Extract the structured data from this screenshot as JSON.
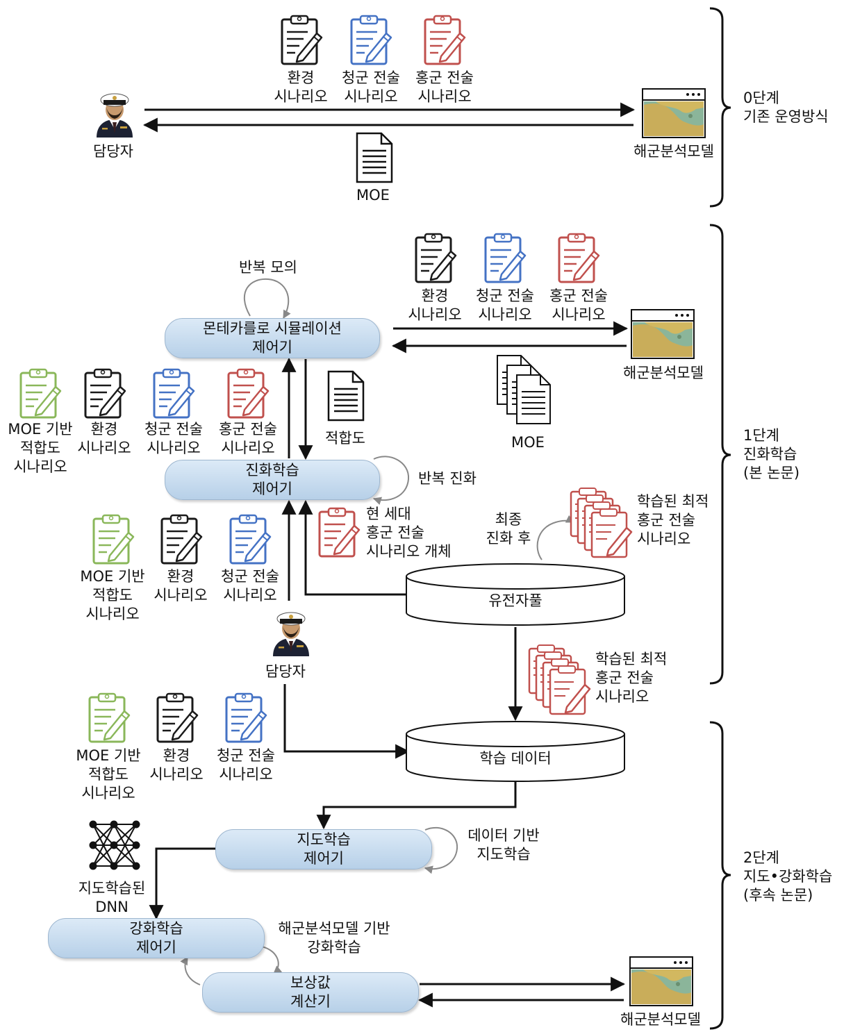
{
  "stages": {
    "stage0": [
      "0단계",
      "기존 운영방식"
    ],
    "stage1": [
      "1단계",
      "진화학습",
      "(본 논문)"
    ],
    "stage2": [
      "2단계",
      "지도•강화학습",
      "(후속 논문)"
    ]
  },
  "roles": {
    "operator": "담당자",
    "naval_model": "해군분석모델"
  },
  "docs": {
    "moe": "MOE",
    "fitness": "적합도"
  },
  "scenarios": {
    "env": [
      "환경",
      "시나리오"
    ],
    "blue": [
      "청군 전술",
      "시나리오"
    ],
    "red": [
      "홍군 전술",
      "시나리오"
    ],
    "moe_fit": [
      "MOE 기반",
      "적합도",
      "시나리오"
    ]
  },
  "controllers": {
    "montecarlo": [
      "몬테카를로 시뮬레이션",
      "제어기"
    ],
    "evolution": [
      "진화학습",
      "제어기"
    ],
    "supervised": [
      "지도학습",
      "제어기"
    ],
    "reinforcement": [
      "강화학습",
      "제어기"
    ],
    "reward": [
      "보상값",
      "계산기"
    ]
  },
  "loops": {
    "repeat_sim": "반복 모의",
    "repeat_evo": "반복 진화",
    "final_evo": [
      "최종",
      "진화 후"
    ],
    "data_supervised": [
      "데이터 기반",
      "지도학습"
    ],
    "model_rl": [
      "해군분석모델 기반",
      "강화학습"
    ]
  },
  "stores": {
    "gene_pool": "유전자풀",
    "training_data": "학습 데이터"
  },
  "outputs": {
    "current_gen": [
      "현 세대",
      "홍군 전술",
      "시나리오 개체"
    ],
    "optimal": [
      "학습된 최적",
      "홍군 전술",
      "시나리오"
    ],
    "dnn": [
      "지도학습된",
      "DNN"
    ]
  },
  "colors": {
    "black": "#1a1a1a",
    "blue": "#4472c4",
    "red": "#c0504d",
    "green": "#8ab75a",
    "pill_top": "#dceaf7",
    "pill_bottom": "#b7d0e8"
  }
}
